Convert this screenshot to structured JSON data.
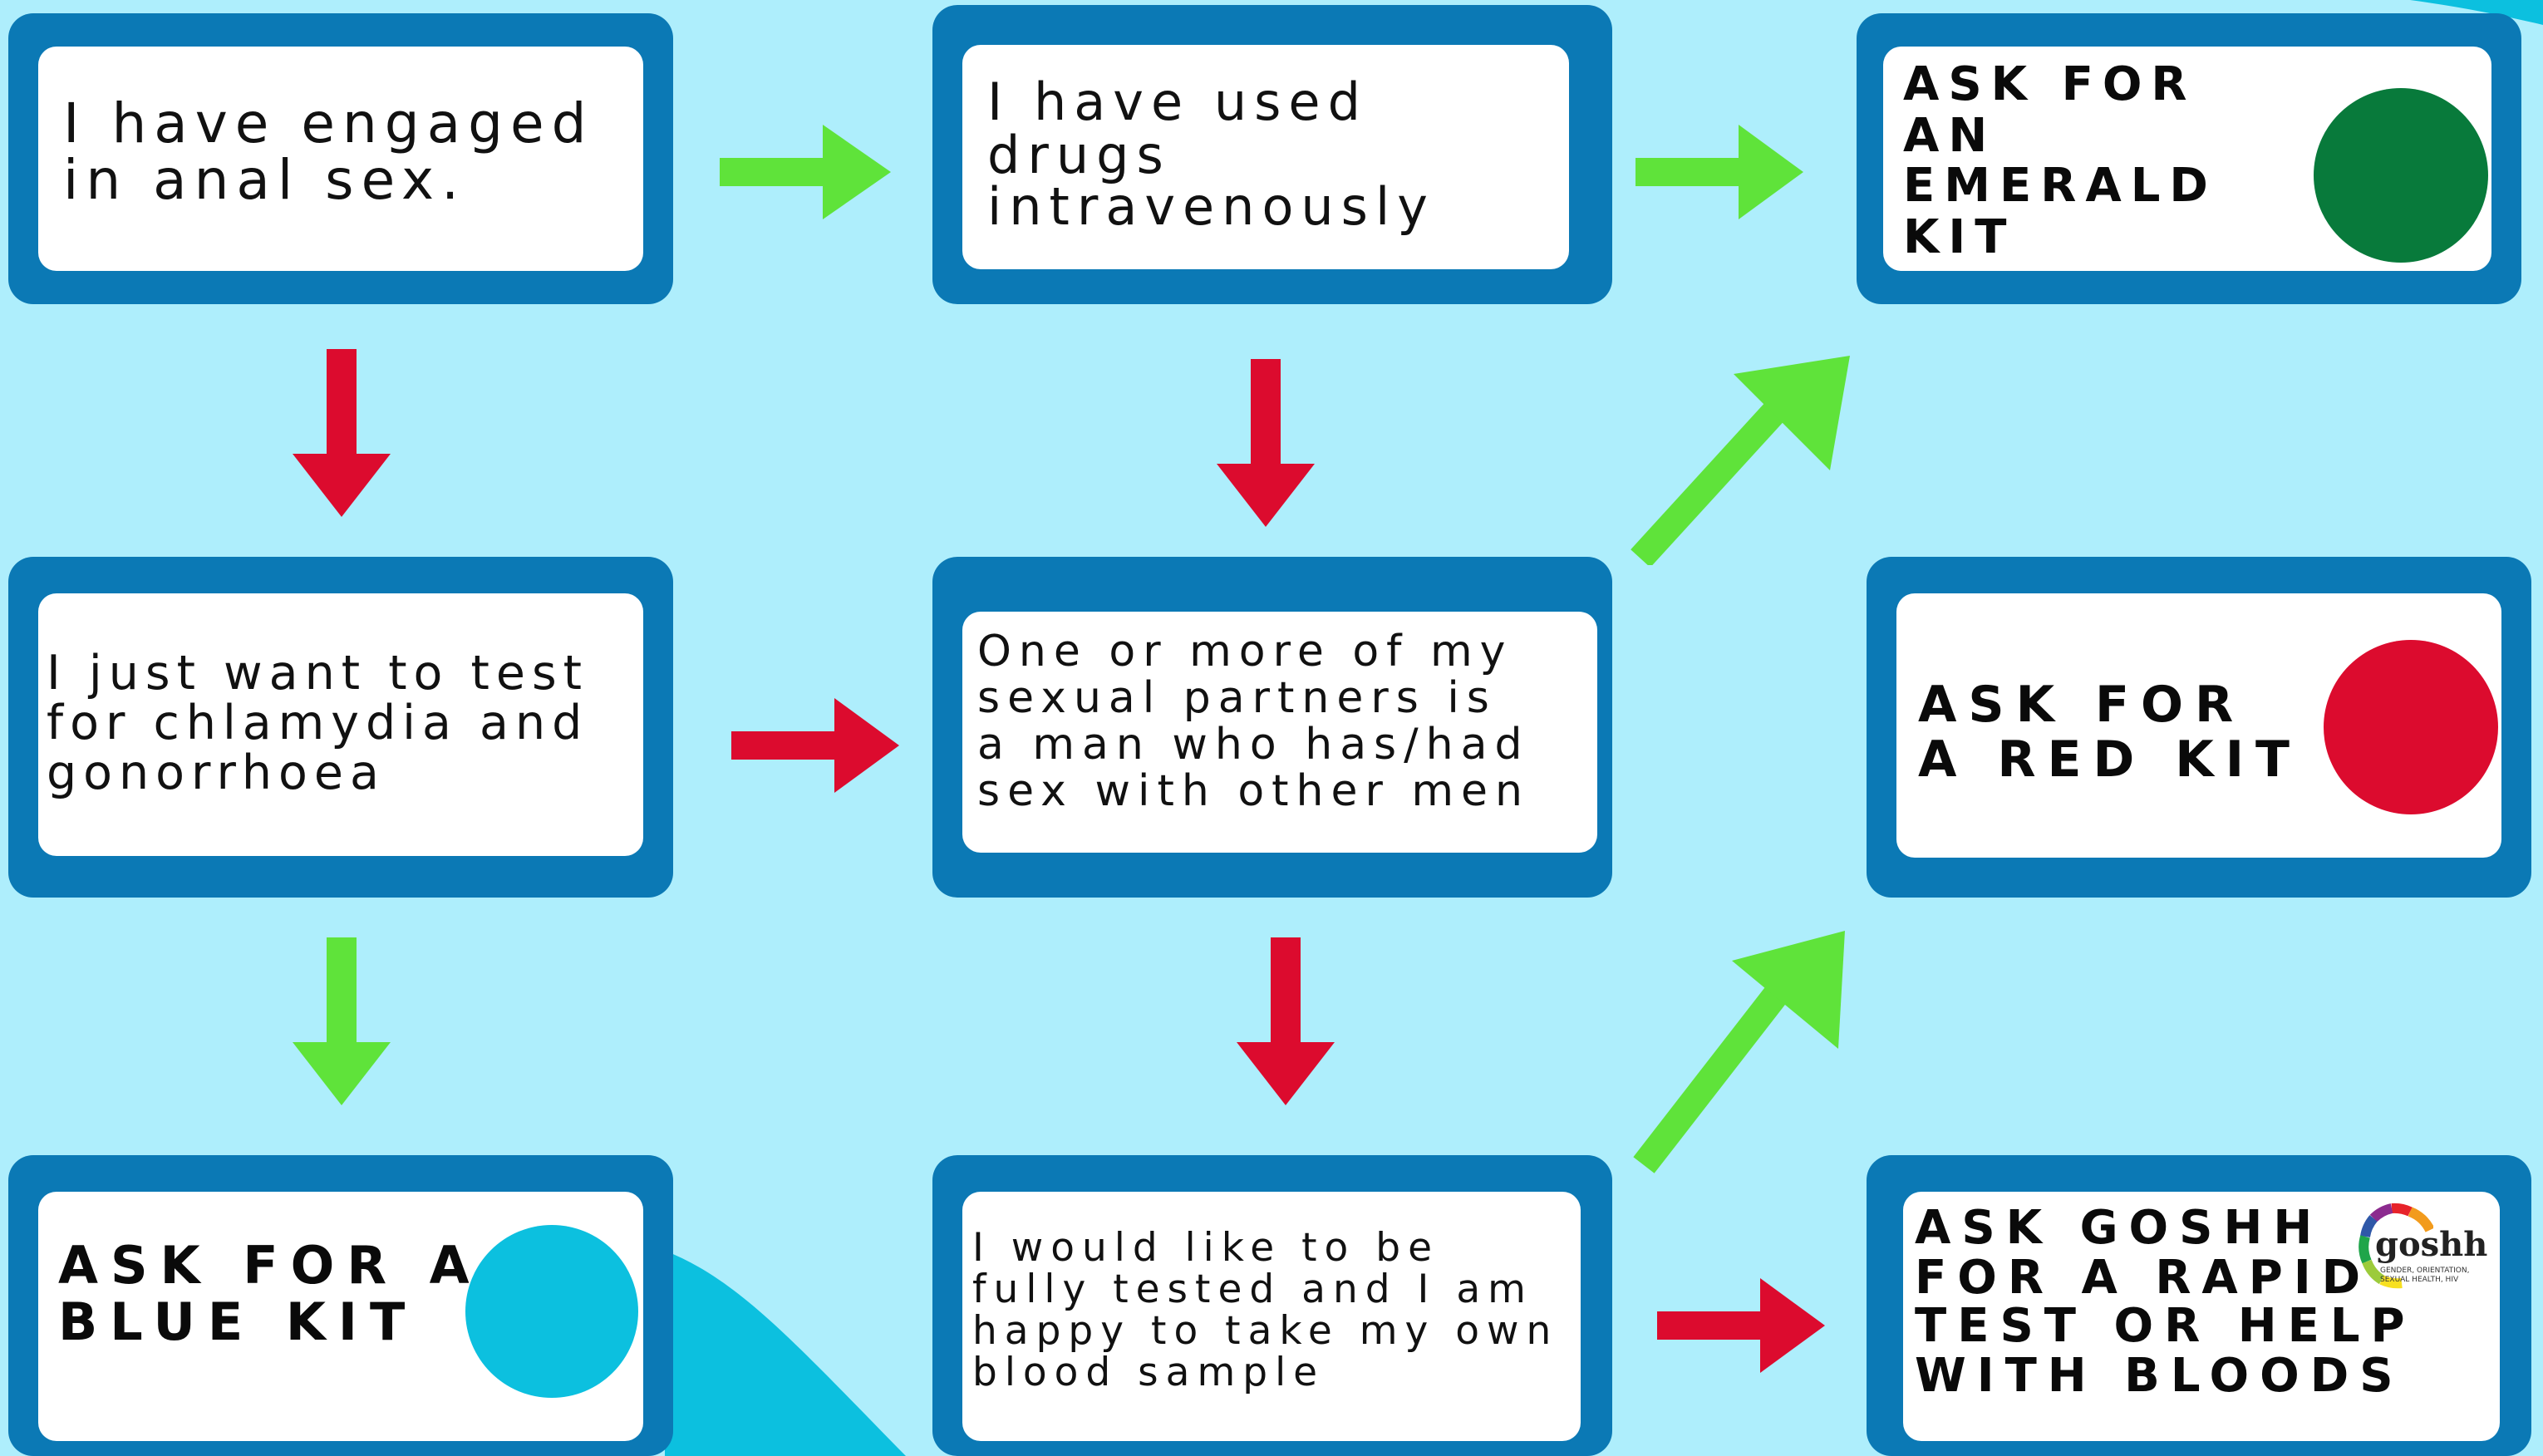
{
  "questions": {
    "anal_sex": [
      "I have engaged",
      "in anal sex."
    ],
    "drugs": [
      "I have used",
      "drugs",
      "intravenously"
    ],
    "test_chlamydia": [
      "I just want to test",
      "for chlamydia and",
      "gonorrhoea"
    ],
    "partners": [
      "One or more of my",
      "sexual partners is",
      "a man who has/had",
      "sex with other men"
    ],
    "fully_tested": [
      "I would like to be",
      "fully tested and I am",
      "happy to take my own",
      "blood sample"
    ]
  },
  "kits": {
    "emerald": {
      "lines": [
        "ASK FOR",
        "AN",
        "EMERALD",
        "KIT"
      ],
      "color": "#087a3b"
    },
    "red": {
      "lines": [
        "ASK FOR",
        "A RED KIT"
      ],
      "color": "#dc0b2e"
    },
    "blue": {
      "lines": [
        "ASK FOR A",
        "BLUE KIT"
      ],
      "color": "#0cc0df"
    },
    "goshh": {
      "lines": [
        "ASK GOSHH",
        "FOR A RAPID",
        "TEST OR HELP",
        "WITH BLOODS"
      ]
    }
  },
  "logo": {
    "name": "goshh",
    "tagline": [
      "GENDER, ORIENTATION,",
      "SEXUAL HEALTH, HIV"
    ]
  },
  "colors": {
    "background": "#aeeefc",
    "card_frame": "#0b79b5",
    "yes_arrow": "#5fe33a",
    "no_arrow": "#dc0b2e"
  }
}
